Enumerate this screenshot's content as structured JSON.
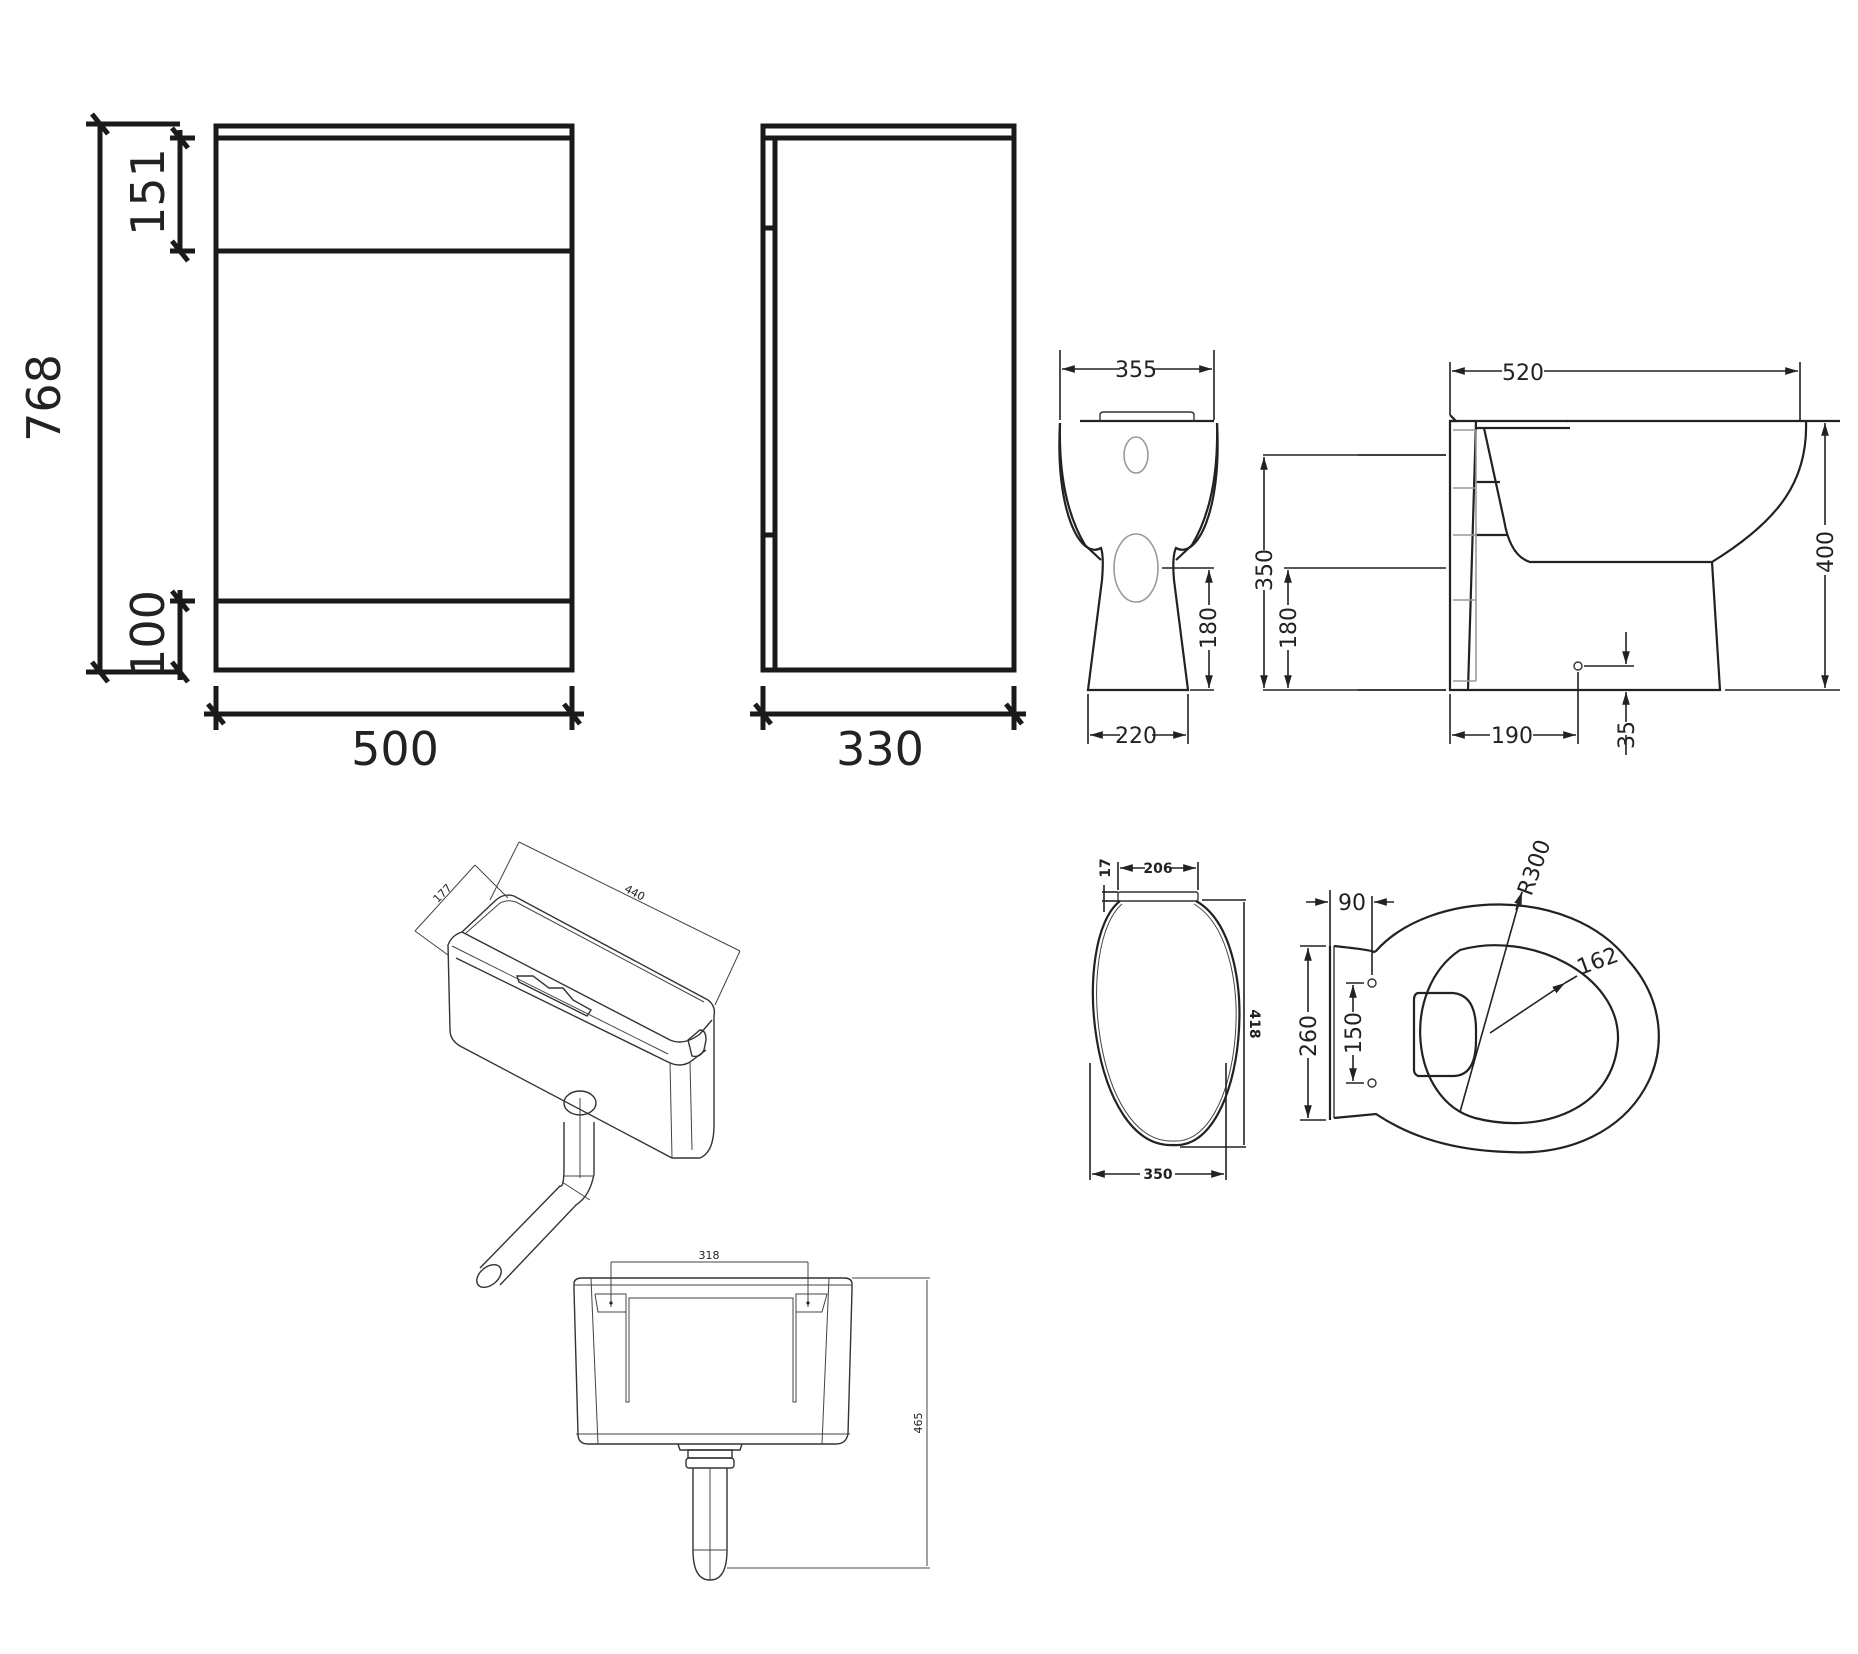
{
  "drawing": {
    "cabinet_front": {
      "height_total": "768",
      "top_section": "151",
      "plinth": "100",
      "width": "500"
    },
    "cabinet_side": {
      "depth": "330"
    },
    "toilet_front": {
      "width": "355",
      "outlet_height": "180",
      "base_width": "220"
    },
    "toilet_side": {
      "length": "520",
      "inlet_height": "350",
      "outlet_height": "180",
      "overall_height": "400",
      "fixing_offset": "190",
      "fixing_height": "35"
    },
    "seat_plan": {
      "hinge_thickness": "17",
      "hinge_width": "206",
      "length": "418",
      "width": "350"
    },
    "pan_plan": {
      "fixing_depth": "90",
      "rear_width": "260",
      "fixing_spacing": "150",
      "radius_outer": "R300",
      "radius_inner": "162"
    },
    "cistern_iso": {
      "depth": "177",
      "width": "440"
    },
    "cistern_front": {
      "fixing_centres": "318",
      "overall_height": "465"
    }
  }
}
